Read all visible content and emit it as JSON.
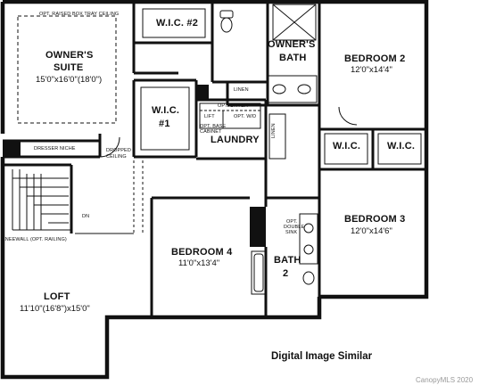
{
  "plan": {
    "owners_suite": {
      "ceiling_note": "OPT. RAISED BOX TRAY CEILING",
      "name_line1": "OWNER'S",
      "name_line2": "SUITE",
      "dims": "15'0\"x16'0\"(18'0\")"
    },
    "wic2": "W.I.C. #2",
    "owners_bath": {
      "line1": "OWNER'S",
      "line2": "BATH"
    },
    "bedroom2": {
      "name": "BEDROOM 2",
      "dims": "12'0\"x14'4\""
    },
    "wic1": {
      "line1": "W.I.C.",
      "line2": "#1"
    },
    "linen_bath": "LINEN",
    "laundry": {
      "name": "LAUNDRY",
      "opt_dryer": "OPT. DRYER",
      "opt_washer": "OPT. W/D",
      "lift": "LIFT",
      "opt_base": "OPT. BASE",
      "cabinet": "CABINET",
      "linen_side": "LINEN"
    },
    "wic_bed2_left": "W.I.C.",
    "wic_bed2_right": "W.I.C.",
    "dresser_niche": "DRESSER NICHE",
    "dropped_ceiling_1": "DROPPED",
    "dropped_ceiling_2": "CEILING",
    "stair_dn": "DN",
    "kneewall": "KNEEWALL (OPT. RAILING)",
    "bedroom3": {
      "name": "BEDROOM 3",
      "dims": "12'0\"x14'6\""
    },
    "opt_double_sink": {
      "line1": "OPT.",
      "line2": "DOUBLE",
      "line3": "SINK"
    },
    "bedroom4": {
      "name": "BEDROOM 4",
      "dims": "11'0\"x13'4\""
    },
    "bath2": {
      "line1": "BATH",
      "line2": "2"
    },
    "loft": {
      "name": "LOFT",
      "dims": "11'10\"(16'8\")x15'0\""
    }
  },
  "caption": "Digital Image Similar",
  "watermark": "CanopyMLS 2020"
}
